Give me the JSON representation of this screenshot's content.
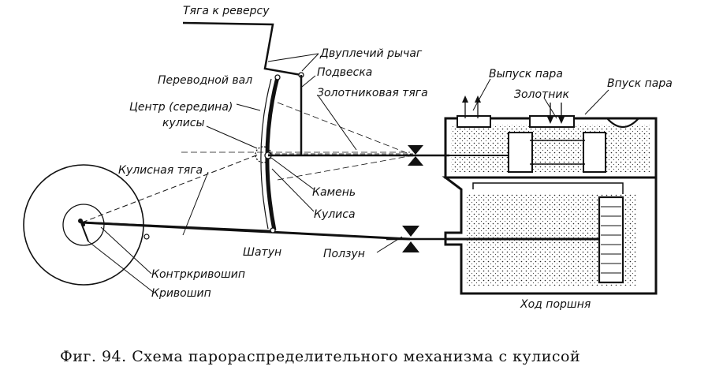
{
  "figure": {
    "caption": "Фиг. 94. Схема парораспределительного механизма с кулисой",
    "labels": {
      "tyaga_k_reversu": "Тяга к реверсу",
      "dvupleчий_rychag": "Двуплечий рычаг",
      "perevodnoy_val": "Переводной вал",
      "podveska": "Подвеска",
      "zolotnikovaya_tyaga": "Золотниковая тяга",
      "tsentr_line1": "Центр (середина)",
      "tsentr_line2": "кулисы",
      "kulisnaya_tyaga": "Кулисная тяга",
      "kamen": "Камень",
      "kulisa": "Кулиса",
      "shatun": "Шатун",
      "polzun": "Ползун",
      "kontrkrivoship": "Контркривошип",
      "krivoship": "Кривошип",
      "vypusk_para": "Выпуск пара",
      "zolotnik": "Золотник",
      "vpusk_para": "Впуск пара",
      "hod_porshnya": "Ход поршня"
    }
  }
}
